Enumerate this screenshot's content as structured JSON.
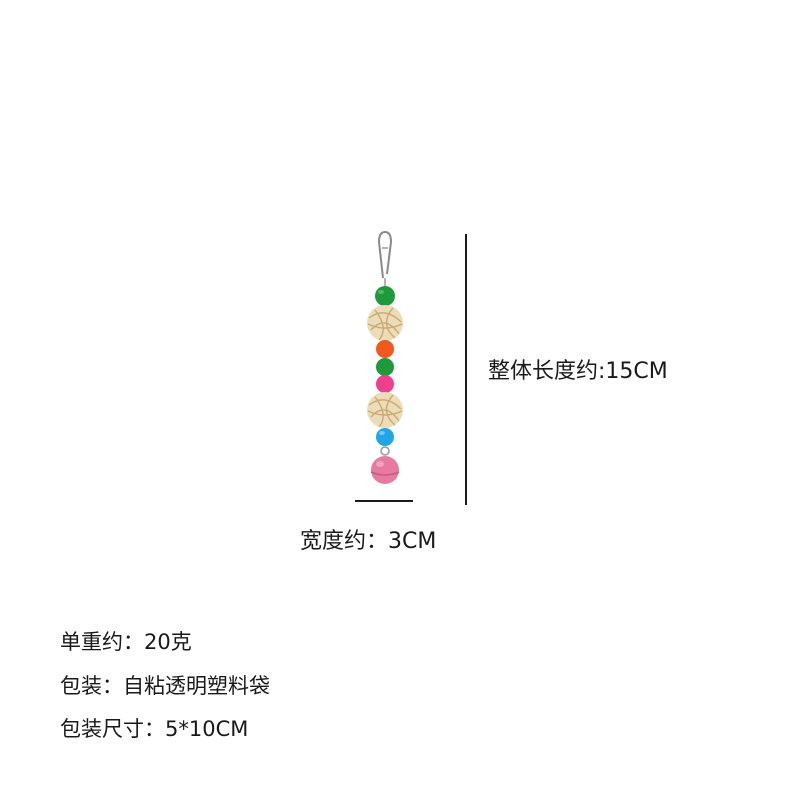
{
  "product_image": {
    "icon": "bird-toy-hanging-icon",
    "components": [
      "metal-clip",
      "green-bead",
      "rattan-ball",
      "orange-bead",
      "green-bead",
      "pink-bead",
      "rattan-ball",
      "blue-bead",
      "pink-bell"
    ],
    "colors": {
      "green_bead": "#1f9a3a",
      "orange_bead": "#f05a1e",
      "pink_bead": "#ee3e8c",
      "blue_bead": "#1ea6e8",
      "rattan": "#e9d6ae",
      "bell": "#e87aa0",
      "clip": "#8a8a8a"
    }
  },
  "dimensions": {
    "length_label": "整体长度约:15CM",
    "width_label": "宽度约：3CM"
  },
  "specs": [
    {
      "text": "单重约：20克"
    },
    {
      "text": "包装：自粘透明塑料袋"
    },
    {
      "text": "包装尺寸：5*10CM"
    }
  ]
}
